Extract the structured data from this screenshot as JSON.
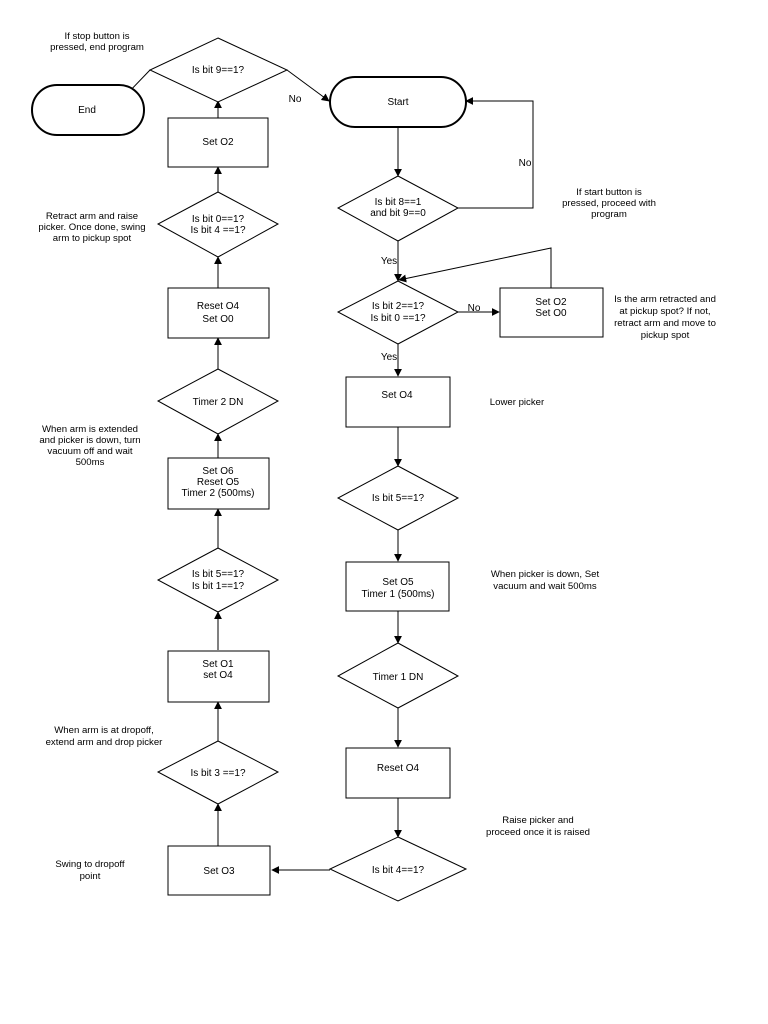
{
  "nodes": {
    "end": [
      "End"
    ],
    "stop_check": [
      "Is bit 9==1?"
    ],
    "start": [
      "Start"
    ],
    "set_o2_left": [
      "Set O2"
    ],
    "start_check": [
      "Is bit 8==1",
      "and bit 9==0"
    ],
    "bit0_bit4_check": [
      "Is bit 0==1?",
      "Is bit 4 ==1?"
    ],
    "bit2_bit0_check": [
      "Is bit 2==1?",
      "Is bit 0 ==1?"
    ],
    "set_o2_o0": [
      "Set O2",
      "Set O0"
    ],
    "reset_o4_set_o0": [
      "Reset O4",
      "Set O0"
    ],
    "set_o4": [
      "Set O4"
    ],
    "timer2_dn": [
      "Timer 2 DN"
    ],
    "bit5_check": [
      "Is bit 5==1?"
    ],
    "set_o6_block": [
      "Set O6",
      "Reset O5",
      "Timer 2 (500ms)"
    ],
    "bit5_bit1_check": [
      "Is bit 5==1?",
      "Is bit 1==1?"
    ],
    "set_o5_block": [
      "Set O5",
      "Timer 1 (500ms)"
    ],
    "set_o1_block": [
      "Set O1",
      "set O4"
    ],
    "timer1_dn": [
      "Timer 1 DN"
    ],
    "reset_o4": [
      "Reset O4"
    ],
    "bit3_check": [
      "Is bit 3 ==1?"
    ],
    "bit4_check": [
      "Is bit 4==1?"
    ],
    "set_o3": [
      "Set O3"
    ]
  },
  "notes": {
    "stop_note": [
      "If stop button is",
      "pressed, end program"
    ],
    "start_note": [
      "If start button is",
      "pressed, proceed with",
      "program"
    ],
    "retract_note": [
      "Retract arm and raise",
      "picker. Once done, swing",
      "arm to pickup spot"
    ],
    "arm_retracted_note": [
      "Is the arm retracted and",
      "at pickup spot? If not,",
      "retract arm and move to",
      "pickup spot"
    ],
    "lower_note": [
      "Lower picker"
    ],
    "extended_note": [
      "When arm is extended",
      "and picker is down, turn",
      "vacuum off and wait",
      "500ms"
    ],
    "picker_down_note": [
      "When picker is down, Set",
      "vacuum and wait 500ms"
    ],
    "dropoff_note": [
      "When arm is at dropoff,",
      "extend arm and drop picker"
    ],
    "raise_note": [
      "Raise picker and",
      "proceed  once it is raised"
    ],
    "swing_note": [
      "Swing to dropoff",
      "point"
    ]
  },
  "edge_labels": {
    "no_stop": "No",
    "no_start": "No",
    "yes_start": "Yes",
    "no_arm": "No",
    "yes_arm": "Yes"
  }
}
